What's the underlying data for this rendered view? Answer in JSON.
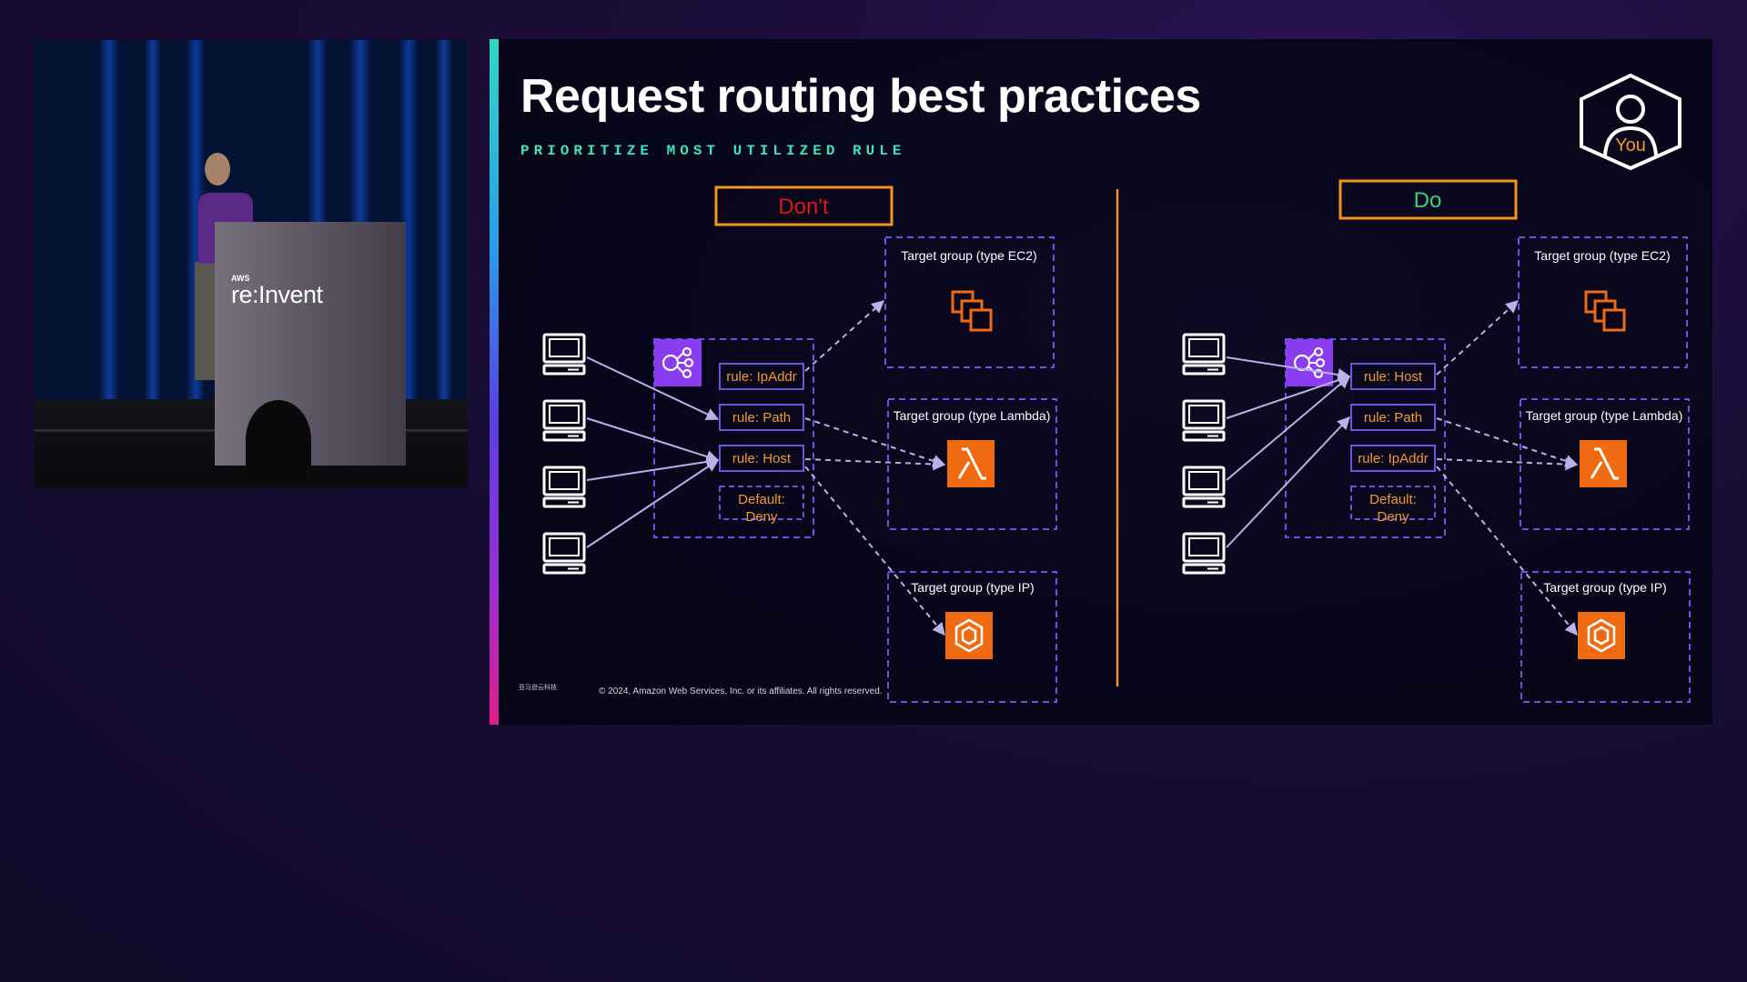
{
  "stream": {
    "podium_logo_small": "AWS",
    "podium_logo_main": "re:Invent"
  },
  "slide": {
    "title": "Request routing best practices",
    "subtitle": "PRIORITIZE MOST UTILIZED RULE",
    "badge_label": "You",
    "dont_label": "Don't",
    "do_label": "Do",
    "copyright": "© 2024, Amazon Web Services, Inc. or its affiliates. All rights reserved.",
    "aws_mini_logo": "亚马逊云科技",
    "dont_rules": [
      "rule: IpAddr",
      "rule: Path",
      "rule: Host"
    ],
    "do_rules": [
      "rule: Host",
      "rule: Path",
      "rule: IpAddr"
    ],
    "default_rule_line1": "Default:",
    "default_rule_line2": "Deny",
    "target_ec2": "Target group (type EC2)",
    "target_lambda": "Target group (type Lambda)",
    "target_ip": "Target group (type IP)",
    "colors": {
      "dont_text": "#e0161c",
      "do_text": "#3cd07a",
      "frame_orange": "#f0961c",
      "rule_text": "#f29a2e",
      "purple_dashed": "#7a4ee6",
      "service_orange": "#f06a12",
      "alb_purple": "#8a3cf0"
    }
  }
}
